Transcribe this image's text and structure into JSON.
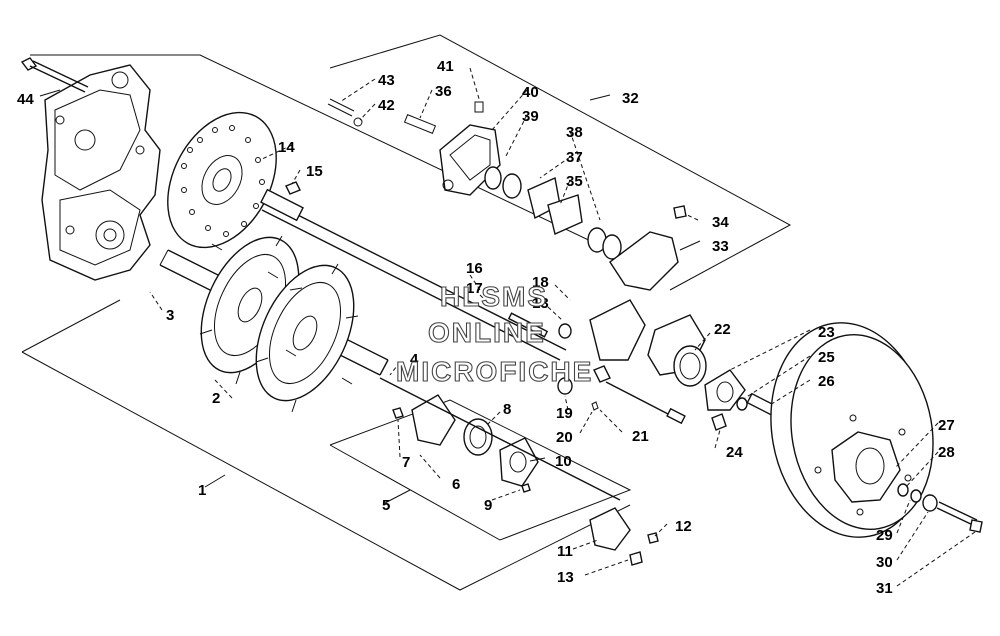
{
  "callouts": [
    {
      "id": "1",
      "text": "1"
    },
    {
      "id": "2",
      "text": "2"
    },
    {
      "id": "3",
      "text": "3"
    },
    {
      "id": "4",
      "text": "4"
    },
    {
      "id": "5",
      "text": "5"
    },
    {
      "id": "6",
      "text": "6"
    },
    {
      "id": "7",
      "text": "7"
    },
    {
      "id": "8",
      "text": "8"
    },
    {
      "id": "9",
      "text": "9"
    },
    {
      "id": "10",
      "text": "10"
    },
    {
      "id": "11",
      "text": "11"
    },
    {
      "id": "12",
      "text": "12"
    },
    {
      "id": "13",
      "text": "13"
    },
    {
      "id": "14",
      "text": "14"
    },
    {
      "id": "15",
      "text": "15"
    },
    {
      "id": "16",
      "text": "16"
    },
    {
      "id": "17",
      "text": "17"
    },
    {
      "id": "18",
      "text": "18"
    },
    {
      "id": "19",
      "text": "19"
    },
    {
      "id": "20",
      "text": "20"
    },
    {
      "id": "21",
      "text": "21"
    },
    {
      "id": "22",
      "text": "22"
    },
    {
      "id": "23",
      "text": "23"
    },
    {
      "id": "24",
      "text": "24"
    },
    {
      "id": "25",
      "text": "25"
    },
    {
      "id": "26",
      "text": "26"
    },
    {
      "id": "27",
      "text": "27"
    },
    {
      "id": "28",
      "text": "28"
    },
    {
      "id": "29",
      "text": "29"
    },
    {
      "id": "30",
      "text": "30"
    },
    {
      "id": "31",
      "text": "31"
    },
    {
      "id": "32",
      "text": "32"
    },
    {
      "id": "33",
      "text": "33"
    },
    {
      "id": "34",
      "text": "34"
    },
    {
      "id": "35",
      "text": "35"
    },
    {
      "id": "36",
      "text": "36"
    },
    {
      "id": "37",
      "text": "37"
    },
    {
      "id": "38",
      "text": "38"
    },
    {
      "id": "39",
      "text": "39"
    },
    {
      "id": "40",
      "text": "40"
    },
    {
      "id": "41",
      "text": "41"
    },
    {
      "id": "42",
      "text": "42"
    },
    {
      "id": "43",
      "text": "43"
    },
    {
      "id": "44",
      "text": "44"
    }
  ],
  "watermark": {
    "line1": "HLSMS",
    "line2": "ONLINE",
    "line3": "MICROFICHE"
  },
  "colors": {
    "ink": "#111111",
    "background": "#ffffff",
    "watermark_outline": "#444444"
  }
}
